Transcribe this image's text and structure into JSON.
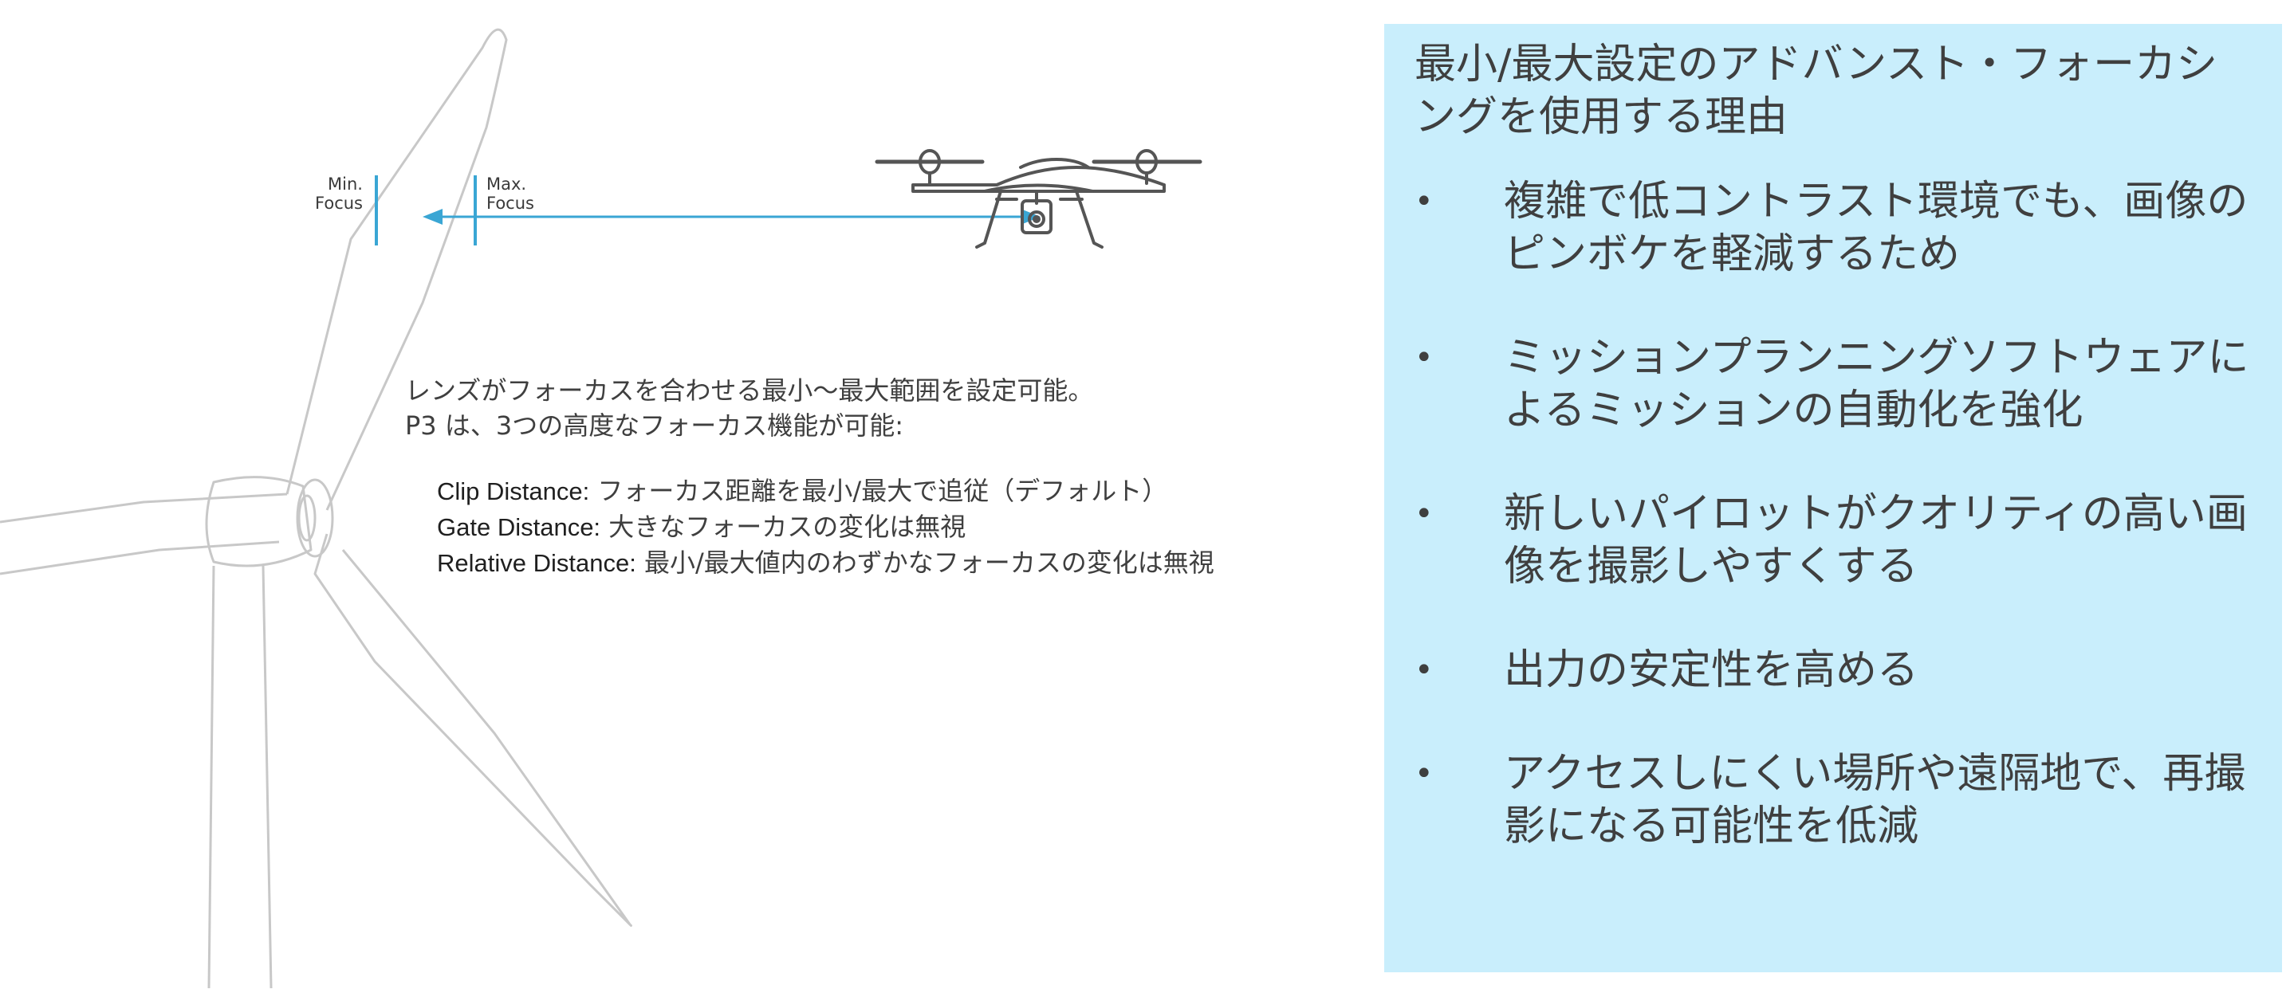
{
  "diagram": {
    "min_focus_label": [
      "Min.",
      "Focus"
    ],
    "max_focus_label": [
      "Max.",
      "Focus"
    ]
  },
  "description": {
    "line1": "レンズがフォーカスを合わせる最小～最大範囲を設定可能。",
    "line2_bold": "P3",
    "line2_rest": "は、3つの高度なフォーカス機能が可能:",
    "modes": [
      {
        "name": "Clip Distance:",
        "text": " フォーカス距離を最小/最大で追従（デフォルト）"
      },
      {
        "name": "Gate Distance:",
        "text": " 大きなフォーカスの変化は無視"
      },
      {
        "name": "Relative Distance:",
        "text": " 最小/最大値内のわずかなフォーカスの変化は無視"
      }
    ]
  },
  "panel": {
    "title": "最小/最大設定のアドバンスト・フォーカシングを使用する理由",
    "bullet_symbol": "•",
    "reasons": [
      "複雑で低コントラスト環境でも、画像のピンボケを軽減するため",
      "ミッションプランニングソフトウェアによるミッションの自動化を強化",
      "新しいパイロットがクオリティの高い画像を撮影しやすくする",
      "出力の安定性を高める",
      "アクセスしにくい場所や遠隔地で、再撮影になる可能性を低減"
    ]
  },
  "colors": {
    "panel_background": "#c9eefc",
    "focus_line": "#3aa6d4",
    "turbine_outline": "#c8c8c8",
    "drone_outline": "#555555"
  }
}
